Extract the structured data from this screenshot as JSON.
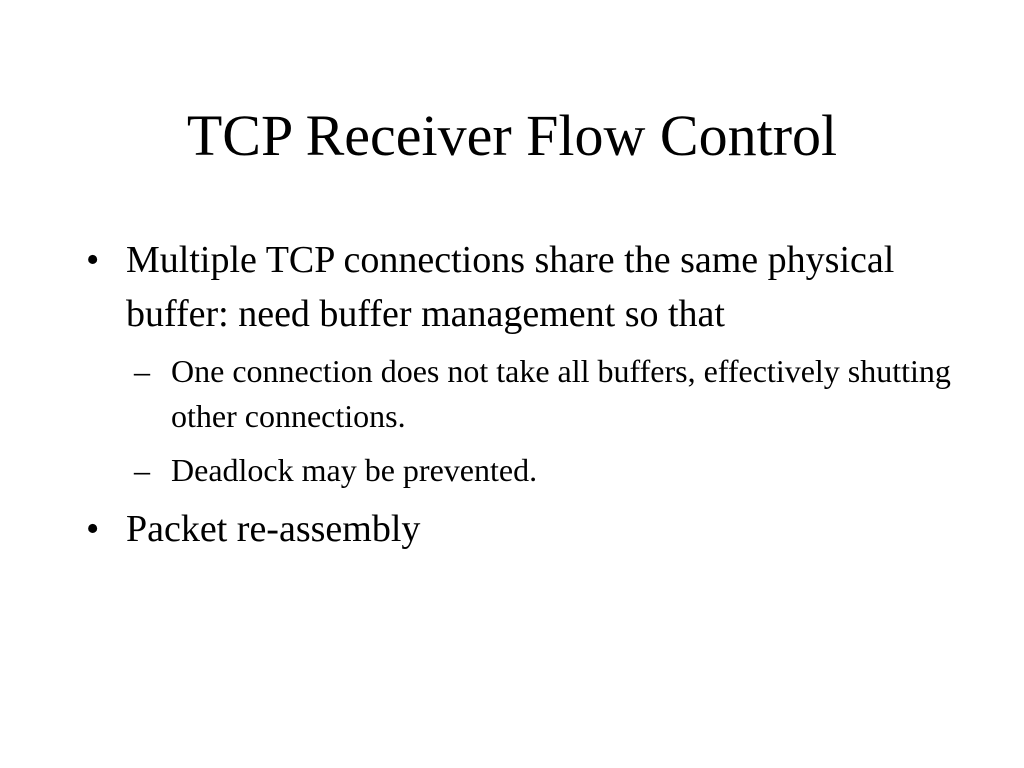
{
  "slide": {
    "title": "TCP Receiver Flow Control",
    "bullets": [
      {
        "marker": "•",
        "text": "Multiple TCP connections share the same physical buffer: need buffer management so that",
        "sub_bullets": [
          {
            "marker": "–",
            "text": "One connection does not take all buffers, effectively shutting other connections."
          },
          {
            "marker": "–",
            "text": "Deadlock may be prevented."
          }
        ]
      },
      {
        "marker": "•",
        "text": "Packet re-assembly"
      }
    ]
  }
}
